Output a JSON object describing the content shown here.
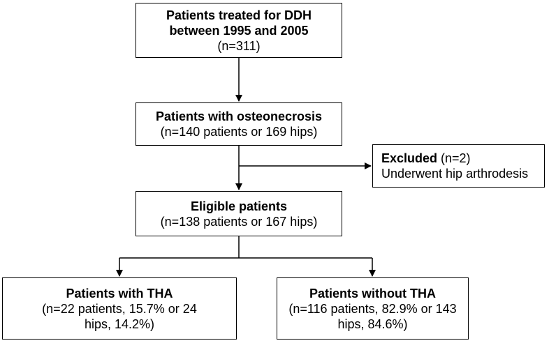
{
  "boxes": {
    "treated": {
      "line1": "Patients treated for DDH",
      "line2": "between 1995 and 2005",
      "line3": "(n=311)"
    },
    "osteonecrosis": {
      "line1": "Patients with osteonecrosis",
      "line2": "(n=140 patients or 169 hips)"
    },
    "excluded": {
      "label": "Excluded",
      "count": " (n=2)",
      "reason": "Underwent hip arthrodesis"
    },
    "eligible": {
      "line1": "Eligible patients",
      "line2": "(n=138 patients or 167 hips)"
    },
    "with_tha": {
      "line1": "Patients with THA",
      "line2": "(n=22 patients, 15.7% or 24",
      "line3": "hips, 14.2%)"
    },
    "without_tha": {
      "line1": "Patients without THA",
      "line2": "(n=116 patients, 82.9% or 143",
      "line3": "hips, 84.6%)"
    }
  },
  "colors": {
    "stroke": "#000000",
    "background": "#ffffff"
  }
}
